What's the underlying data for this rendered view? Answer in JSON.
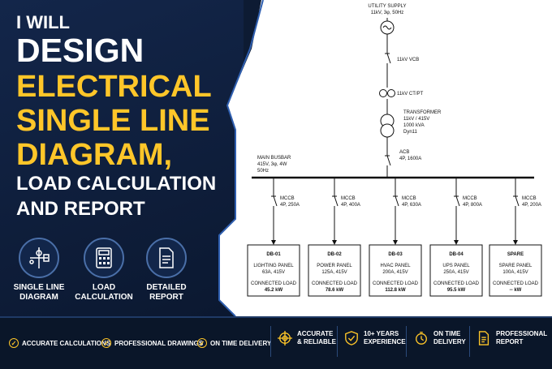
{
  "headline": {
    "line1": "I WILL",
    "line2": "DESIGN",
    "line3": "ELECTRICAL",
    "line4": "SINGLE LINE",
    "line5": "DIAGRAM,",
    "line6": "LOAD CALCULATION",
    "line7": "AND REPORT"
  },
  "features": [
    {
      "icon": "single-line-diagram-icon",
      "line1": "SINGLE LINE",
      "line2": "DIAGRAM"
    },
    {
      "icon": "calculator-icon",
      "line1": "LOAD",
      "line2": "CALCULATION"
    },
    {
      "icon": "report-document-icon",
      "line1": "DETAILED",
      "line2": "REPORT"
    }
  ],
  "diagram": {
    "utility": {
      "title": "UTILITY SUPPLY",
      "spec": "11kV, 3φ, 50Hz"
    },
    "vcb": "11kV VCB",
    "ctpt": "11kV CT/PT",
    "transformer": {
      "title": "TRANSFORMER",
      "l1": "11kV / 415V",
      "l2": "1000 kVA",
      "l3": "Dyn11"
    },
    "acb": {
      "title": "ACB",
      "rating": "4P, 1600A"
    },
    "busbar": {
      "title": "MAIN BUSBAR",
      "l1": "415V, 3φ, 4W",
      "l2": "50Hz"
    },
    "feeders": [
      {
        "mccb": "MCCB",
        "rating": "4P, 250A",
        "db": "DB-01",
        "name": "LIGHTING PANEL",
        "spec": "63A, 415V",
        "load_label": "CONNECTED LOAD",
        "load": "45.2 kW"
      },
      {
        "mccb": "MCCB",
        "rating": "4P, 400A",
        "db": "DB-02",
        "name": "POWER PANEL",
        "spec": "125A, 415V",
        "load_label": "CONNECTED LOAD",
        "load": "78.6 kW"
      },
      {
        "mccb": "MCCB",
        "rating": "4P, 630A",
        "db": "DB-03",
        "name": "HVAC PANEL",
        "spec": "200A, 415V",
        "load_label": "CONNECTED LOAD",
        "load": "112.8 kW"
      },
      {
        "mccb": "MCCB",
        "rating": "4P, 800A",
        "db": "DB-04",
        "name": "UPS PANEL",
        "spec": "250A, 415V",
        "load_label": "CONNECTED LOAD",
        "load": "95.5 kW"
      },
      {
        "mccb": "MCCB",
        "rating": "4P, 200A",
        "db": "SPARE",
        "name": "SPARE PANEL",
        "spec": "100A, 415V",
        "load_label": "CONNECTED LOAD",
        "load": "-- kW"
      }
    ]
  },
  "bottom": {
    "small": [
      "ACCURATE CALCULATIONS",
      "PROFESSIONAL DRAWINGS",
      "ON TIME DELIVERY"
    ],
    "big": [
      {
        "icon": "target-icon",
        "l1": "ACCURATE",
        "l2": "& RELIABLE"
      },
      {
        "icon": "shield-check-icon",
        "l1": "10+ YEARS",
        "l2": "EXPERIENCE"
      },
      {
        "icon": "stopwatch-icon",
        "l1": "ON TIME",
        "l2": "DELIVERY"
      },
      {
        "icon": "document-icon",
        "l1": "PROFESSIONAL",
        "l2": "REPORT"
      }
    ]
  },
  "colors": {
    "accent": "#ffc629",
    "navy": "#0d1b33",
    "line": "#111111"
  }
}
